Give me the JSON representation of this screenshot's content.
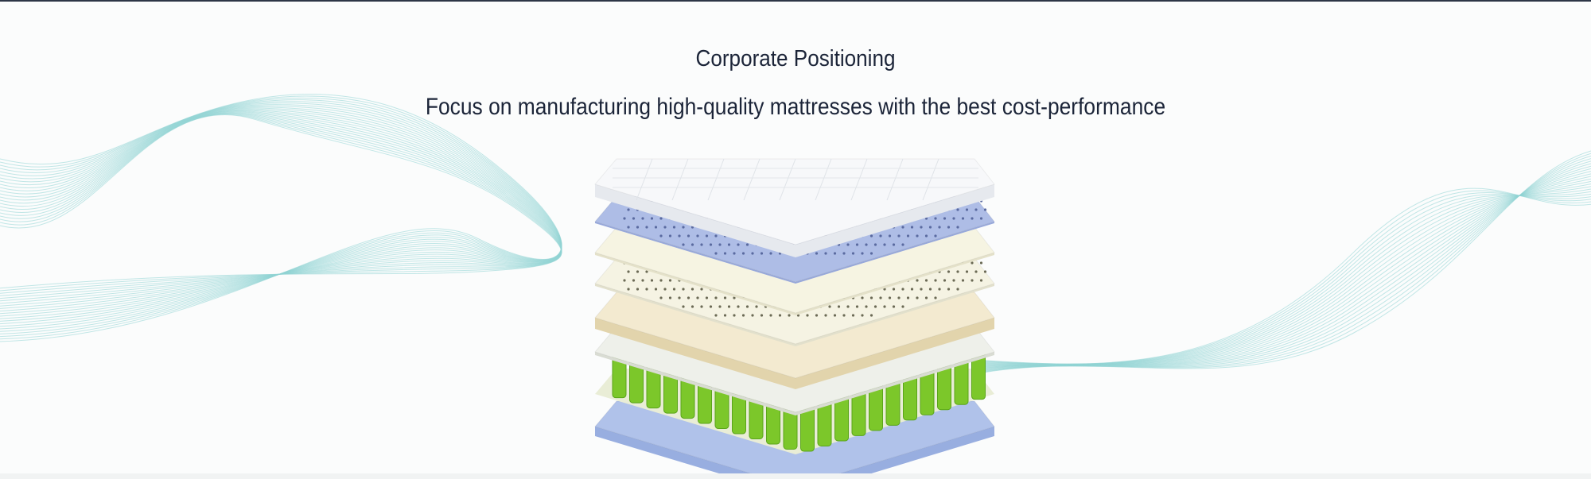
{
  "header": {
    "title": "Corporate Positioning",
    "subtitle": "Focus on manufacturing high-quality mattresses with the best cost-performance"
  },
  "illustration": {
    "name": "mattress-layers-exploded-view",
    "layers": [
      "quilted-top",
      "blue-perforated-foam",
      "cream-foam",
      "perforated-latex",
      "tan-foam",
      "white-sheet",
      "pocket-springs",
      "blue-base"
    ]
  },
  "colors": {
    "text": "#1b2438",
    "wave": "#8fd3d3",
    "spring": "#7cc72a",
    "base": "#a9bde8"
  }
}
